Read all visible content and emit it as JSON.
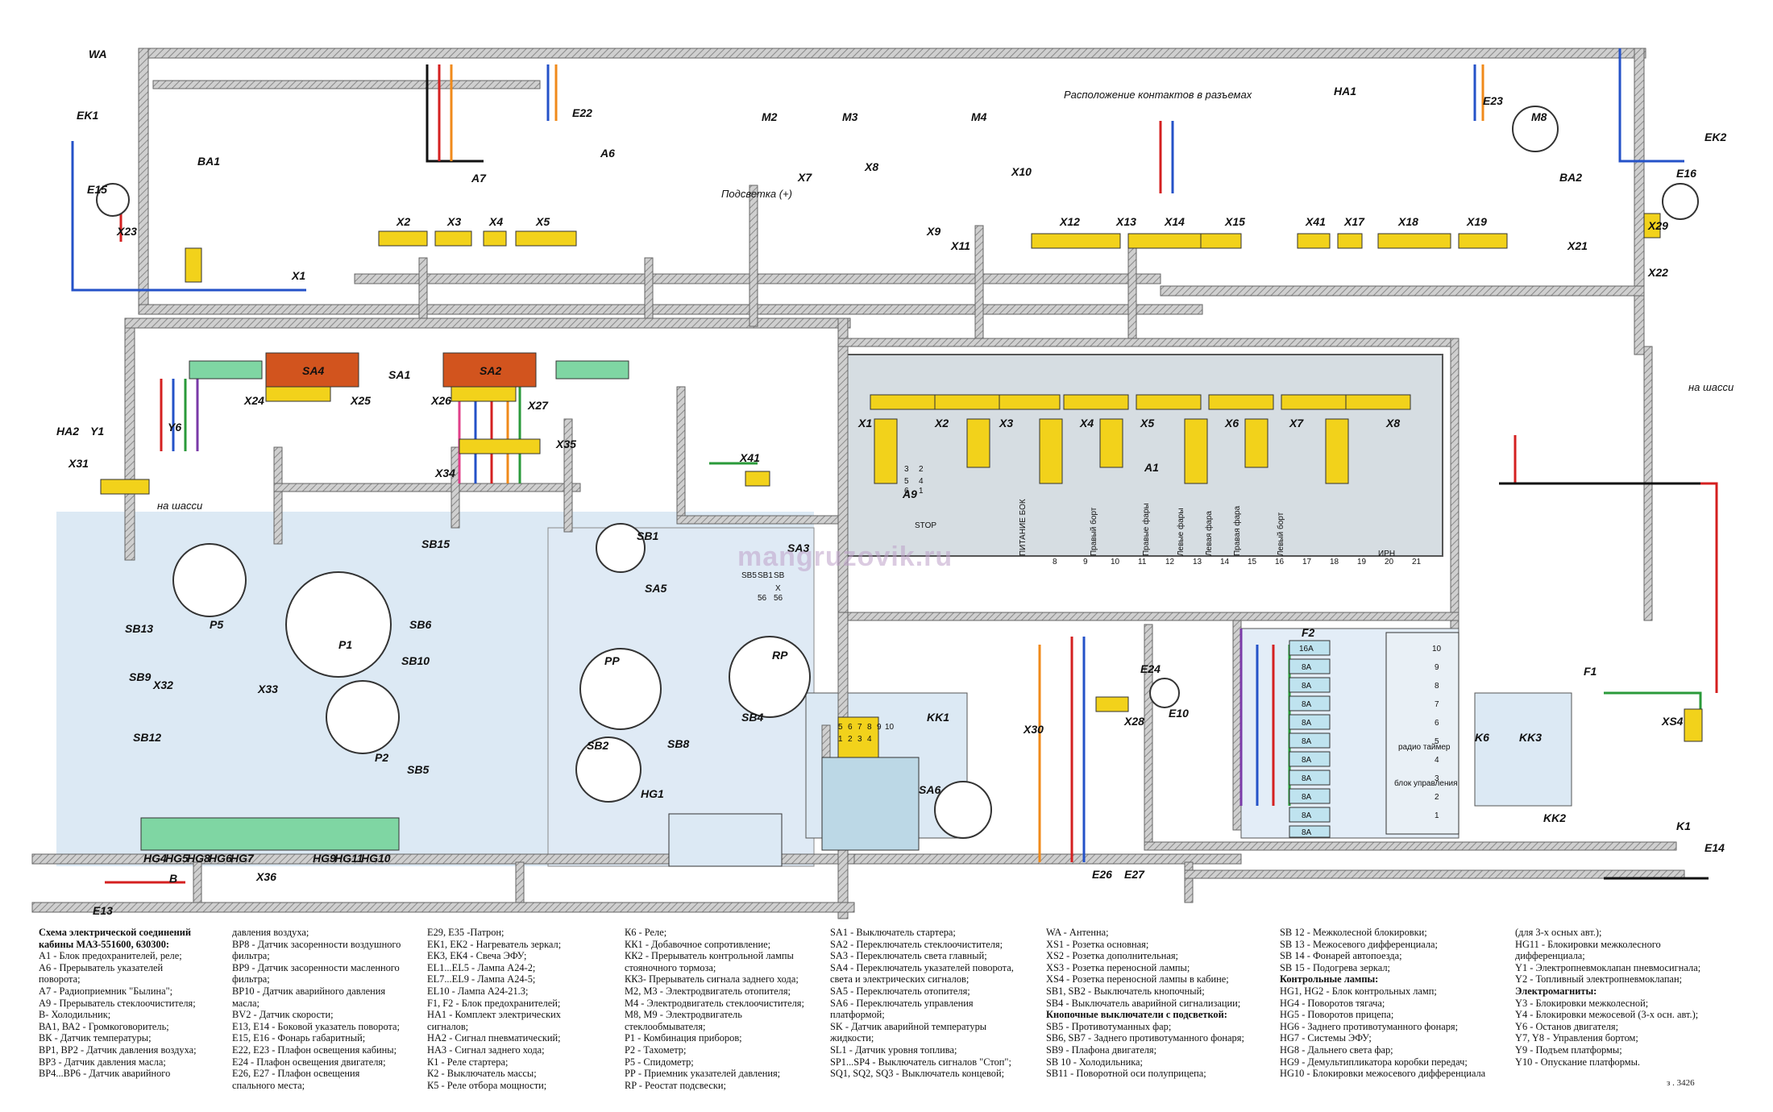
{
  "diagram": {
    "contacts_title": "Расположение контактов в разъемах",
    "backlight_label": "Подсветка (+)",
    "chassis_label_left": "на шасси",
    "chassis_label_right": "на шасси",
    "watermark": "mangruzovik.ru",
    "figure_number": "з . 3426",
    "components": [
      "WA",
      "EK1",
      "E15",
      "X23",
      "BA1",
      "A7",
      "E22",
      "A6",
      "M2",
      "M3",
      "M4",
      "X7",
      "X8",
      "X9",
      "X10",
      "X11",
      "X12",
      "X13",
      "X14",
      "X15",
      "X41",
      "X17",
      "X18",
      "X19",
      "HA1",
      "E23",
      "M8",
      "EK2",
      "E16",
      "BA2",
      "X29",
      "X21",
      "X22",
      "X1",
      "X2",
      "X3",
      "X4",
      "X5",
      "SA4",
      "SA1",
      "SA2",
      "X24",
      "X25",
      "X26",
      "X27",
      "HA2",
      "Y1",
      "Y6",
      "X31",
      "X34",
      "X35",
      "X41",
      "A1",
      "A9",
      "X1",
      "X2",
      "X3",
      "X4",
      "X5",
      "X6",
      "X7",
      "X8",
      "P5",
      "P1",
      "P2",
      "SB15",
      "SB13",
      "SB9",
      "SB12",
      "X32",
      "X33",
      "SB6",
      "SB10",
      "SB5",
      "SB1",
      "SA5",
      "SA3",
      "RP",
      "PP",
      "SB8",
      "SB4",
      "SB2",
      "HG1",
      "KK1",
      "SA6",
      "E24",
      "X28",
      "X30",
      "E10",
      "E26",
      "E27",
      "F2",
      "F1",
      "K6",
      "KK3",
      "XS4",
      "KK2",
      "K1",
      "E14",
      "E13",
      "B",
      "X36"
    ],
    "indicators_bottom": [
      "HG4",
      "HG5",
      "HG8",
      "HG6",
      "HG7",
      "HG9",
      "HG11",
      "HG10"
    ],
    "a1_pin_numbers": [
      "8",
      "9",
      "10",
      "11",
      "12",
      "13",
      "14",
      "15",
      "16",
      "17",
      "18",
      "19",
      "20",
      "21"
    ],
    "a1_labels": [
      "STOP",
      "ПИТАНИЕ БОК",
      "Правый борт",
      "Правые фары",
      "Левые фары",
      "Левая фара",
      "Левый борт",
      "Правая фара",
      "ИРН"
    ],
    "f2_fuses": [
      "16А",
      "8А",
      "8А",
      "8А",
      "8А",
      "8А",
      "8А",
      "8А",
      "8А",
      "8А",
      "8А"
    ],
    "f2_slot_numbers": [
      "1",
      "2",
      "3",
      "4",
      "5",
      "6",
      "7",
      "8",
      "9",
      "10"
    ],
    "f2_right_labels": [
      "радио таймер",
      "блок управления"
    ],
    "a9_pins": [
      "3",
      "2",
      "5",
      "4",
      "6",
      "1"
    ],
    "sa3_pins": [
      "SB5",
      "SB1",
      "SB",
      "56",
      "X",
      "56"
    ],
    "kk1_pins": [
      "5",
      "6",
      "7",
      "8",
      "9",
      "10",
      "1",
      "2",
      "3",
      "4"
    ]
  },
  "legend": {
    "col1": [
      "Схема электрической соединений",
      "кабины МАЗ-551600, 630300:",
      "",
      "А1 - Блок предохранителей, реле;",
      "А6 - Прерыватель указателей",
      "поворота;",
      "А7 - Радиоприемник \"Былина\";",
      "А9 - Прерыватель стеклоочистителя;",
      "B- Холодильник;",
      "ВА1, ВА2 - Громкоговоритель;",
      "ВК - Датчик температуры;",
      "ВР1, ВР2 - Датчик давления воздуха;",
      "ВР3 - Датчик давления масла;",
      "ВР4...ВР6 - Датчик аварийного"
    ],
    "col2": [
      "давления воздуха;",
      "ВР8 - Датчик засоренности воздушного",
      "фильтра;",
      "ВР9 - Датчик засоренности масленного",
      "фильтра;",
      "ВР10 - Датчик аварийного давления",
      "масла;",
      "BV2 - Датчик скорости;",
      "E13, E14 - Боковой указатель поворота;",
      "E15, E16 - Фонарь габаритный;",
      "E22, E23 - Плафон освещения кабины;",
      "E24 - Плафон освещения двигателя;",
      "E26, E27 - Плафон освещения",
      "спального места;"
    ],
    "col3": [
      "E29, E35 -Патрон;",
      "ЕК1, ЕК2 - Нагреватель зеркал;",
      "ЕК3, ЕК4 - Свеча ЭФУ;",
      "EL1...EL5 - Лампа А24-2;",
      "EL7...EL9 - Лампа А24-5;",
      "EL10 - Лампа А24-21.3;",
      "F1, F2 - Блок предохранителей;",
      "НА1 - Комплект электрических",
      "сигналов;",
      "НА2 - Сигнал пневматический;",
      "НА3 - Сигнал заднего хода;",
      "К1 - Реле стартера;",
      "К2 - Выключатель массы;",
      "К5 - Реле отбора мощности;"
    ],
    "col4": [
      "К6 - Реле;",
      "КК1 - Добавочное сопротивление;",
      "КК2 - Прерыватель контрольной лампы",
      "стояночного тормоза;",
      "КК3- Прерыватель сигнала заднего хода;",
      "М2, М3 - Электродвигатель отопителя;",
      "М4 - Электродвигатель стеклоочистителя;",
      "М8, М9 - Электродвигатель",
      "стеклообмывателя;",
      "Р1 - Комбинация приборов;",
      "Р2 - Тахометр;",
      "Р5 - Спидометр;",
      "РР - Приемник указателей давления;",
      "RP - Реостат подсвески;"
    ],
    "col5": [
      "SA1 - Выключатель стартера;",
      "SA2 - Переключатель стеклоочистителя;",
      "SA3 - Переключатель света главный;",
      "SA4 - Переключатель указателей поворота,",
      "света и электрических сигналов;",
      "SA5 - Переключатель отопителя;",
      "SA6 - Переключатель управления",
      "платформой;",
      "SK - Датчик аварийной температуры",
      "жидкости;",
      "SL1 - Датчик уровня топлива;",
      "SP1...SP4 - Выключатель сигналов \"Стоп\";",
      "SQ1, SQ2, SQ3 - Выключатель концевой;"
    ],
    "col6": [
      "WA - Антенна;",
      "XS1 - Розетка основная;",
      "XS2 - Розетка дополнительная;",
      "XS3 - Розетка переносной лампы;",
      "XS4 - Розетка переносной лампы в кабине;",
      "SB1, SB2 - Выключатель кнопочный;",
      "SB4 - Выключатель аварийной сигнализации;",
      "Кнопочные выключатели с подсветкой:",
      "SB5 - Противотуманных фар;",
      "SB6, SB7 - Заднего противотуманного фонаря;",
      "SB9 - Плафона двигателя;",
      "SB 10 - Холодильника;",
      "SB11 - Поворотной оси полуприцепа;"
    ],
    "col7": [
      "SB 12 - Межколесной блокировки;",
      "SB 13 - Межосевого дифференциала;",
      "SB 14 - Фонарей автопоезда;",
      "SB 15 - Подогрева зеркал;",
      "Контрольные лампы:",
      "HG1, HG2 - Блок контрольных ламп;",
      "HG4 - Поворотов тягача;",
      "HG5 - Поворотов прицепа;",
      "HG6 - Заднего противотуманного фонаря;",
      "HG7 - Системы ЭФУ;",
      "HG8 - Дальнего света фар;",
      "HG9 - Демультипликатора коробки передач;",
      "HG10 - Блокировки межосевого дифференциала"
    ],
    "col8": [
      "(для 3-х осных авт.);",
      "HG11 - Блокировки межколесного",
      "дифференциала;",
      "Y1 - Электропневмоклапан пневмосигнала;",
      "Y2 - Топливный электропневмоклапан;",
      "Электромагниты:",
      "Y3 - Блокировки межколесной;",
      "Y4 - Блокировки межосевой (3-х осн. авт.);",
      "Y6 - Останов двигателя;",
      "Y7, Y8 - Управления бортом;",
      "Y9 - Подъем платформы;",
      "Y10 - Опускание платформы."
    ]
  },
  "colors": {
    "harness_fill": "#c9c9c9",
    "harness_hatch": "#8a8a8a",
    "connector_yellow": "#f2d21b",
    "switch_orange": "#d2541e",
    "panel_blue": "#dce9f4",
    "a1_panel": "#d6dde2",
    "indicator_green": "#7fd6a3",
    "wire_red": "#d42020",
    "wire_blue": "#2452c8",
    "wire_green": "#2a9a3a",
    "wire_orange": "#f08a1a",
    "wire_violet": "#7a3aa8",
    "wire_pink": "#e0408a",
    "wire_brown": "#8a4a1a",
    "wire_black": "#111111"
  }
}
